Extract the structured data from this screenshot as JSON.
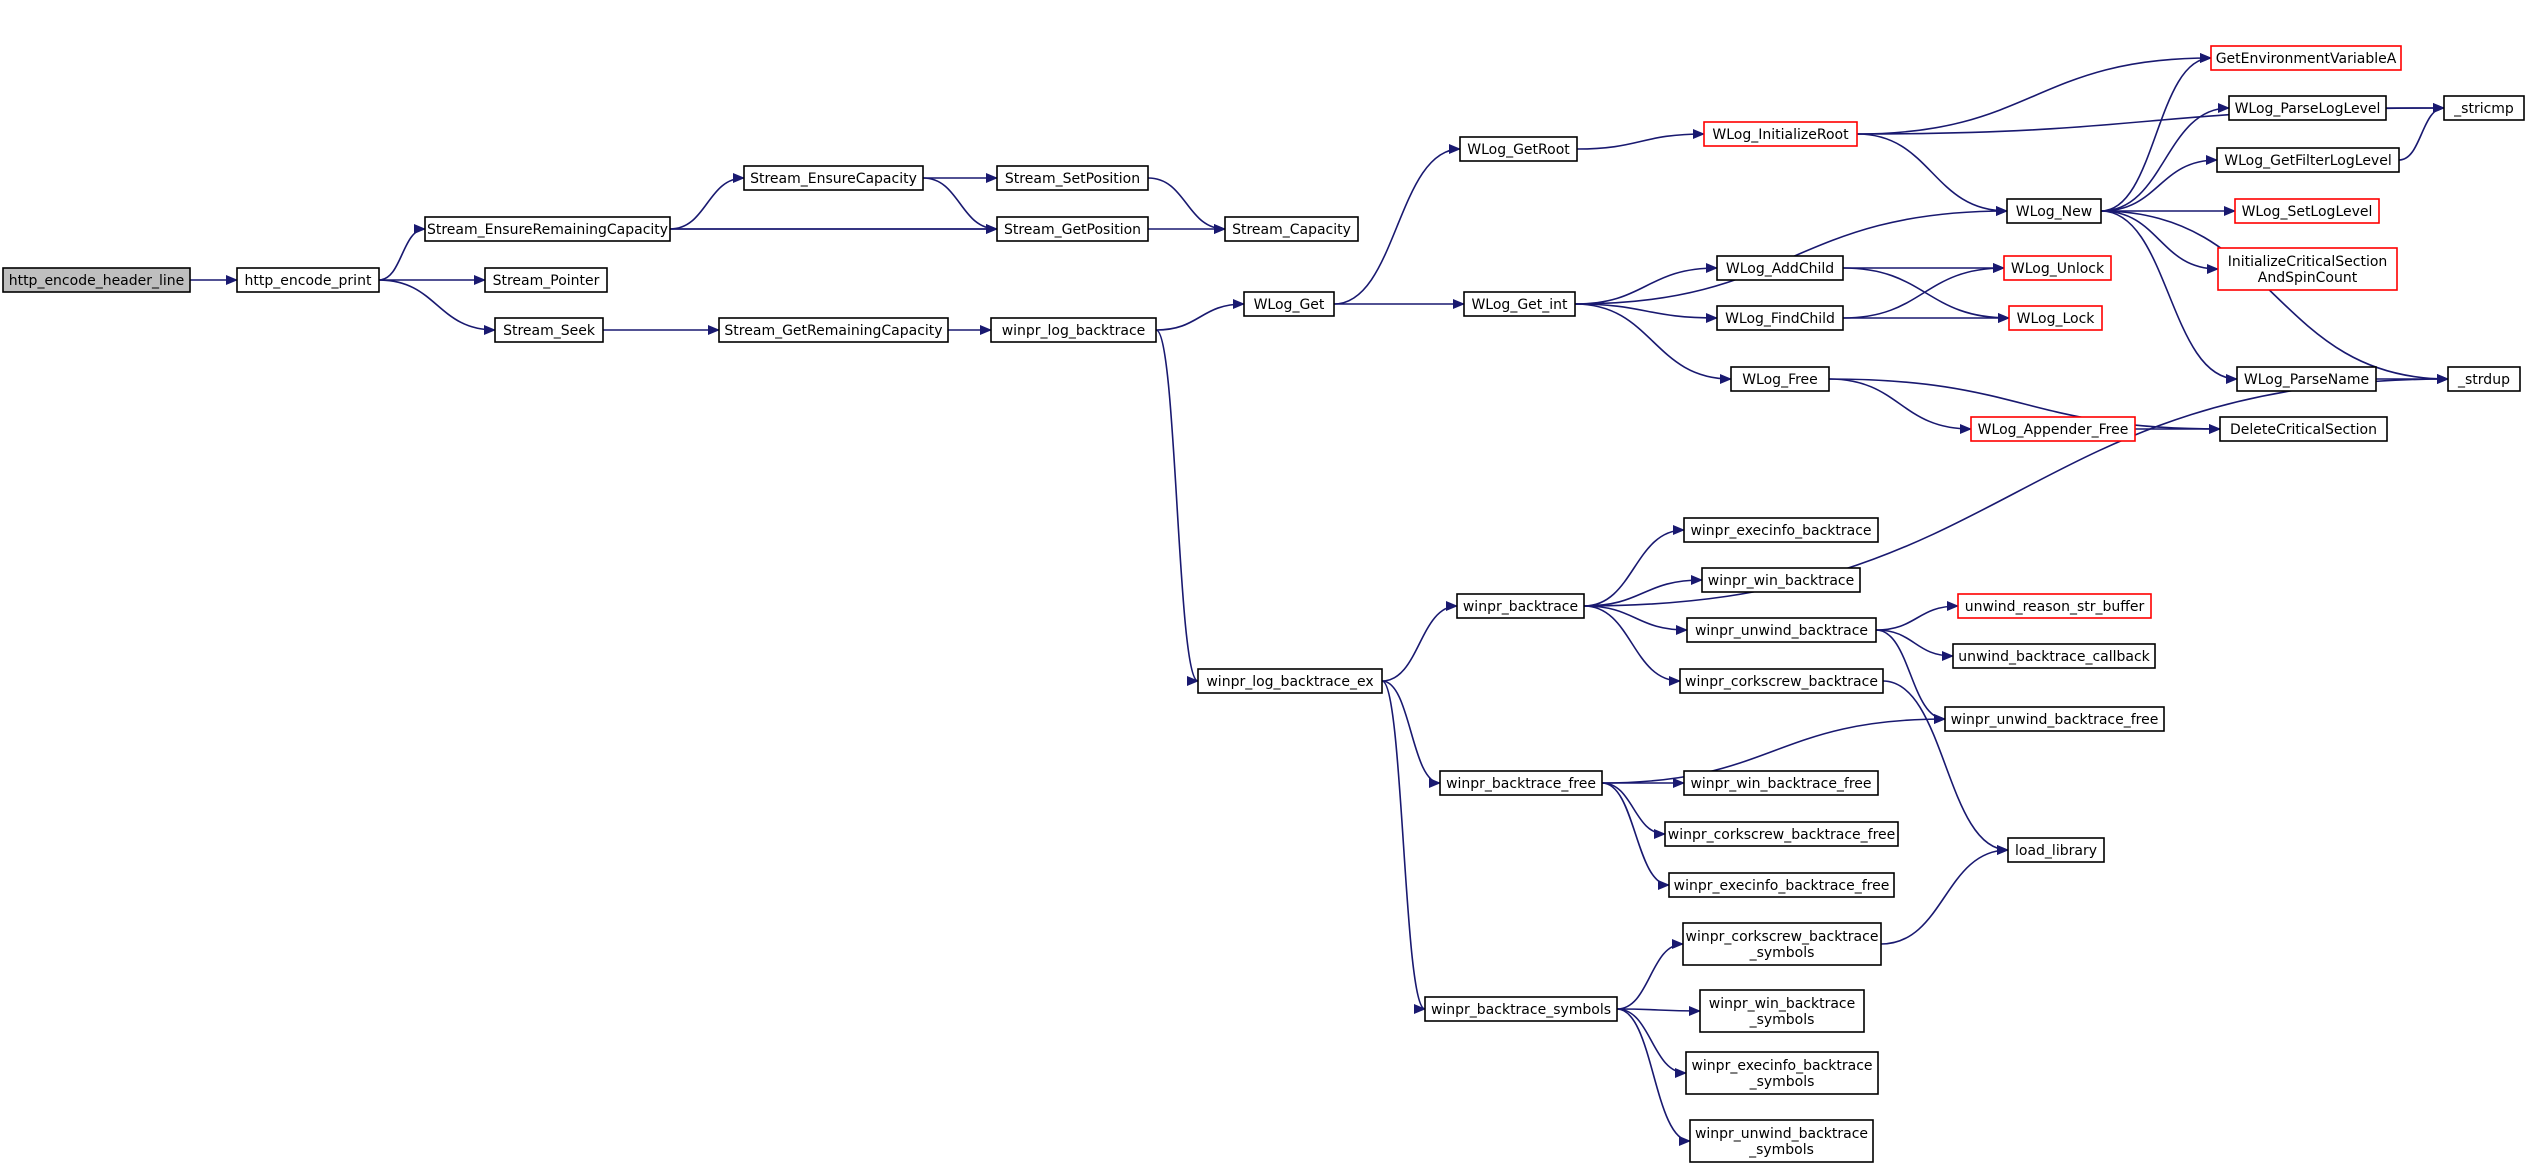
{
  "colors": {
    "edge": "#191970",
    "border_normal": "#000000",
    "border_truncated": "#ff0000",
    "root_fill": "#bfbfbf",
    "node_fill": "#ffffff"
  },
  "nodes": [
    {
      "id": "http_encode_header_line",
      "lines": [
        "http_encode_header_line"
      ],
      "kind": "root"
    },
    {
      "id": "http_encode_print",
      "lines": [
        "http_encode_print"
      ],
      "kind": "normal"
    },
    {
      "id": "Stream_EnsureRemainingCapacity",
      "lines": [
        "Stream_EnsureRemainingCapacity"
      ],
      "kind": "normal"
    },
    {
      "id": "Stream_Pointer",
      "lines": [
        "Stream_Pointer"
      ],
      "kind": "normal"
    },
    {
      "id": "Stream_Seek",
      "lines": [
        "Stream_Seek"
      ],
      "kind": "normal"
    },
    {
      "id": "Stream_EnsureCapacity",
      "lines": [
        "Stream_EnsureCapacity"
      ],
      "kind": "normal"
    },
    {
      "id": "Stream_GetRemainingCapacity",
      "lines": [
        "Stream_GetRemainingCapacity"
      ],
      "kind": "normal"
    },
    {
      "id": "Stream_SetPosition",
      "lines": [
        "Stream_SetPosition"
      ],
      "kind": "normal"
    },
    {
      "id": "Stream_GetPosition",
      "lines": [
        "Stream_GetPosition"
      ],
      "kind": "normal"
    },
    {
      "id": "Stream_Capacity",
      "lines": [
        "Stream_Capacity"
      ],
      "kind": "normal"
    },
    {
      "id": "winpr_log_backtrace",
      "lines": [
        "winpr_log_backtrace"
      ],
      "kind": "normal"
    },
    {
      "id": "WLog_Get",
      "lines": [
        "WLog_Get"
      ],
      "kind": "normal"
    },
    {
      "id": "winpr_log_backtrace_ex",
      "lines": [
        "winpr_log_backtrace_ex"
      ],
      "kind": "normal"
    },
    {
      "id": "WLog_GetRoot",
      "lines": [
        "WLog_GetRoot"
      ],
      "kind": "normal"
    },
    {
      "id": "WLog_Get_int",
      "lines": [
        "WLog_Get_int"
      ],
      "kind": "normal"
    },
    {
      "id": "WLog_InitializeRoot",
      "lines": [
        "WLog_InitializeRoot"
      ],
      "kind": "truncated"
    },
    {
      "id": "WLog_AddChild",
      "lines": [
        "WLog_AddChild"
      ],
      "kind": "normal"
    },
    {
      "id": "WLog_FindChild",
      "lines": [
        "WLog_FindChild"
      ],
      "kind": "normal"
    },
    {
      "id": "WLog_Free",
      "lines": [
        "WLog_Free"
      ],
      "kind": "normal"
    },
    {
      "id": "WLog_New",
      "lines": [
        "WLog_New"
      ],
      "kind": "normal"
    },
    {
      "id": "WLog_Unlock",
      "lines": [
        "WLog_Unlock"
      ],
      "kind": "truncated"
    },
    {
      "id": "WLog_Lock",
      "lines": [
        "WLog_Lock"
      ],
      "kind": "truncated"
    },
    {
      "id": "WLog_Appender_Free",
      "lines": [
        "WLog_Appender_Free"
      ],
      "kind": "truncated"
    },
    {
      "id": "GetEnvironmentVariableA",
      "lines": [
        "GetEnvironmentVariableA"
      ],
      "kind": "truncated"
    },
    {
      "id": "WLog_ParseLogLevel",
      "lines": [
        "WLog_ParseLogLevel"
      ],
      "kind": "normal"
    },
    {
      "id": "WLog_GetFilterLogLevel",
      "lines": [
        "WLog_GetFilterLogLevel"
      ],
      "kind": "normal"
    },
    {
      "id": "WLog_SetLogLevel",
      "lines": [
        "WLog_SetLogLevel"
      ],
      "kind": "truncated"
    },
    {
      "id": "InitializeCriticalSectionAndSpinCount",
      "lines": [
        "InitializeCriticalSection",
        "AndSpinCount"
      ],
      "kind": "truncated"
    },
    {
      "id": "WLog_ParseName",
      "lines": [
        "WLog_ParseName"
      ],
      "kind": "normal"
    },
    {
      "id": "DeleteCriticalSection",
      "lines": [
        "DeleteCriticalSection"
      ],
      "kind": "normal"
    },
    {
      "id": "_stricmp",
      "lines": [
        "_stricmp"
      ],
      "kind": "normal"
    },
    {
      "id": "_strdup",
      "lines": [
        "_strdup"
      ],
      "kind": "normal"
    },
    {
      "id": "winpr_backtrace",
      "lines": [
        "winpr_backtrace"
      ],
      "kind": "normal"
    },
    {
      "id": "winpr_backtrace_free",
      "lines": [
        "winpr_backtrace_free"
      ],
      "kind": "normal"
    },
    {
      "id": "winpr_backtrace_symbols",
      "lines": [
        "winpr_backtrace_symbols"
      ],
      "kind": "normal"
    },
    {
      "id": "winpr_execinfo_backtrace",
      "lines": [
        "winpr_execinfo_backtrace"
      ],
      "kind": "normal"
    },
    {
      "id": "winpr_win_backtrace",
      "lines": [
        "winpr_win_backtrace"
      ],
      "kind": "normal"
    },
    {
      "id": "winpr_unwind_backtrace",
      "lines": [
        "winpr_unwind_backtrace"
      ],
      "kind": "normal"
    },
    {
      "id": "winpr_corkscrew_backtrace",
      "lines": [
        "winpr_corkscrew_backtrace"
      ],
      "kind": "normal"
    },
    {
      "id": "unwind_reason_str_buffer",
      "lines": [
        "unwind_reason_str_buffer"
      ],
      "kind": "truncated"
    },
    {
      "id": "unwind_backtrace_callback",
      "lines": [
        "unwind_backtrace_callback"
      ],
      "kind": "normal"
    },
    {
      "id": "winpr_unwind_backtrace_free",
      "lines": [
        "winpr_unwind_backtrace_free"
      ],
      "kind": "normal"
    },
    {
      "id": "winpr_win_backtrace_free",
      "lines": [
        "winpr_win_backtrace_free"
      ],
      "kind": "normal"
    },
    {
      "id": "winpr_corkscrew_backtrace_free",
      "lines": [
        "winpr_corkscrew_backtrace_free"
      ],
      "kind": "normal"
    },
    {
      "id": "winpr_execinfo_backtrace_free",
      "lines": [
        "winpr_execinfo_backtrace_free"
      ],
      "kind": "normal"
    },
    {
      "id": "load_library",
      "lines": [
        "load_library"
      ],
      "kind": "normal"
    },
    {
      "id": "winpr_corkscrew_backtrace_symbols",
      "lines": [
        "winpr_corkscrew_backtrace",
        "_symbols"
      ],
      "kind": "normal"
    },
    {
      "id": "winpr_win_backtrace_symbols",
      "lines": [
        "winpr_win_backtrace",
        "_symbols"
      ],
      "kind": "normal"
    },
    {
      "id": "winpr_execinfo_backtrace_symbols",
      "lines": [
        "winpr_execinfo_backtrace",
        "_symbols"
      ],
      "kind": "normal"
    },
    {
      "id": "winpr_unwind_backtrace_symbols",
      "lines": [
        "winpr_unwind_backtrace",
        "_symbols"
      ],
      "kind": "normal"
    }
  ],
  "edges": [
    [
      "http_encode_header_line",
      "http_encode_print"
    ],
    [
      "http_encode_print",
      "Stream_EnsureRemainingCapacity"
    ],
    [
      "http_encode_print",
      "Stream_Pointer"
    ],
    [
      "http_encode_print",
      "Stream_Seek"
    ],
    [
      "Stream_EnsureRemainingCapacity",
      "Stream_EnsureCapacity"
    ],
    [
      "Stream_EnsureRemainingCapacity",
      "Stream_GetPosition"
    ],
    [
      "Stream_EnsureRemainingCapacity",
      "Stream_Capacity"
    ],
    [
      "Stream_EnsureCapacity",
      "Stream_SetPosition"
    ],
    [
      "Stream_EnsureCapacity",
      "Stream_GetPosition"
    ],
    [
      "Stream_SetPosition",
      "Stream_Capacity"
    ],
    [
      "Stream_Seek",
      "Stream_GetRemainingCapacity"
    ],
    [
      "Stream_GetRemainingCapacity",
      "winpr_log_backtrace"
    ],
    [
      "winpr_log_backtrace",
      "WLog_Get"
    ],
    [
      "winpr_log_backtrace",
      "winpr_log_backtrace_ex"
    ],
    [
      "WLog_Get",
      "WLog_GetRoot"
    ],
    [
      "WLog_Get",
      "WLog_Get_int"
    ],
    [
      "WLog_GetRoot",
      "WLog_InitializeRoot"
    ],
    [
      "WLog_InitializeRoot",
      "_stricmp"
    ],
    [
      "WLog_InitializeRoot",
      "GetEnvironmentVariableA"
    ],
    [
      "WLog_InitializeRoot",
      "WLog_New"
    ],
    [
      "WLog_Get_int",
      "WLog_New"
    ],
    [
      "WLog_Get_int",
      "WLog_AddChild"
    ],
    [
      "WLog_Get_int",
      "WLog_FindChild"
    ],
    [
      "WLog_Get_int",
      "WLog_Free"
    ],
    [
      "WLog_AddChild",
      "WLog_Unlock"
    ],
    [
      "WLog_AddChild",
      "WLog_Lock"
    ],
    [
      "WLog_FindChild",
      "WLog_Unlock"
    ],
    [
      "WLog_FindChild",
      "WLog_Lock"
    ],
    [
      "WLog_Free",
      "WLog_Appender_Free"
    ],
    [
      "WLog_Free",
      "DeleteCriticalSection"
    ],
    [
      "WLog_Appender_Free",
      "DeleteCriticalSection"
    ],
    [
      "WLog_New",
      "GetEnvironmentVariableA"
    ],
    [
      "WLog_New",
      "WLog_ParseLogLevel"
    ],
    [
      "WLog_New",
      "WLog_GetFilterLogLevel"
    ],
    [
      "WLog_New",
      "WLog_SetLogLevel"
    ],
    [
      "WLog_New",
      "InitializeCriticalSectionAndSpinCount"
    ],
    [
      "WLog_New",
      "WLog_ParseName"
    ],
    [
      "WLog_New",
      "_strdup"
    ],
    [
      "WLog_ParseLogLevel",
      "_stricmp"
    ],
    [
      "WLog_GetFilterLogLevel",
      "_stricmp"
    ],
    [
      "WLog_ParseName",
      "_strdup"
    ],
    [
      "winpr_log_backtrace_ex",
      "winpr_backtrace"
    ],
    [
      "winpr_log_backtrace_ex",
      "winpr_backtrace_free"
    ],
    [
      "winpr_log_backtrace_ex",
      "winpr_backtrace_symbols"
    ],
    [
      "winpr_backtrace",
      "_strdup"
    ],
    [
      "winpr_backtrace",
      "winpr_execinfo_backtrace"
    ],
    [
      "winpr_backtrace",
      "winpr_win_backtrace"
    ],
    [
      "winpr_backtrace",
      "winpr_unwind_backtrace"
    ],
    [
      "winpr_backtrace",
      "winpr_corkscrew_backtrace"
    ],
    [
      "winpr_unwind_backtrace",
      "unwind_reason_str_buffer"
    ],
    [
      "winpr_unwind_backtrace",
      "unwind_backtrace_callback"
    ],
    [
      "winpr_unwind_backtrace",
      "winpr_unwind_backtrace_free"
    ],
    [
      "winpr_corkscrew_backtrace",
      "load_library"
    ],
    [
      "winpr_backtrace_free",
      "winpr_unwind_backtrace_free"
    ],
    [
      "winpr_backtrace_free",
      "winpr_win_backtrace_free"
    ],
    [
      "winpr_backtrace_free",
      "winpr_corkscrew_backtrace_free"
    ],
    [
      "winpr_backtrace_free",
      "winpr_execinfo_backtrace_free"
    ],
    [
      "winpr_backtrace_symbols",
      "winpr_corkscrew_backtrace_symbols"
    ],
    [
      "winpr_backtrace_symbols",
      "winpr_win_backtrace_symbols"
    ],
    [
      "winpr_backtrace_symbols",
      "winpr_execinfo_backtrace_symbols"
    ],
    [
      "winpr_backtrace_symbols",
      "winpr_unwind_backtrace_symbols"
    ],
    [
      "winpr_corkscrew_backtrace_symbols",
      "load_library"
    ]
  ]
}
